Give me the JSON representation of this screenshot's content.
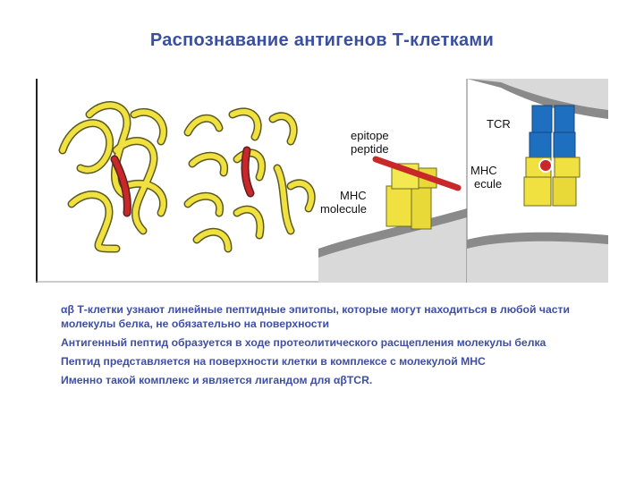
{
  "page_title": "Распознавание антигенов Т-клетками",
  "figure": {
    "labels": {
      "epitope_peptide_line1": "epitope",
      "epitope_peptide_line2": "peptide",
      "mhc_molecule_line1": "MHC",
      "mhc_molecule_line2": "molecule",
      "tcr": "TCR",
      "mhc_right_line1": "MHC",
      "mhc_right_line2": "ecule"
    },
    "colors": {
      "protein_yellow": "#f0e040",
      "protein_outline": "#5a5a20",
      "epitope_red": "#c8282a",
      "tcr_blue": "#1f6fc0",
      "membrane_gray": "#8a8a8a"
    }
  },
  "bullets": [
    "αβ Т-клетки узнают линейные пептидные эпитопы, которые могут находиться в любой части молекулы белка, не обязательно на поверхности",
    "Антигенный пептид образуется в ходе протеолитического расщепления молекулы белка",
    "Пептид представляется на поверхности клетки в комплексе с молекулой МНС",
    "Именно такой комплекс и является лигандом для αβTCR."
  ]
}
